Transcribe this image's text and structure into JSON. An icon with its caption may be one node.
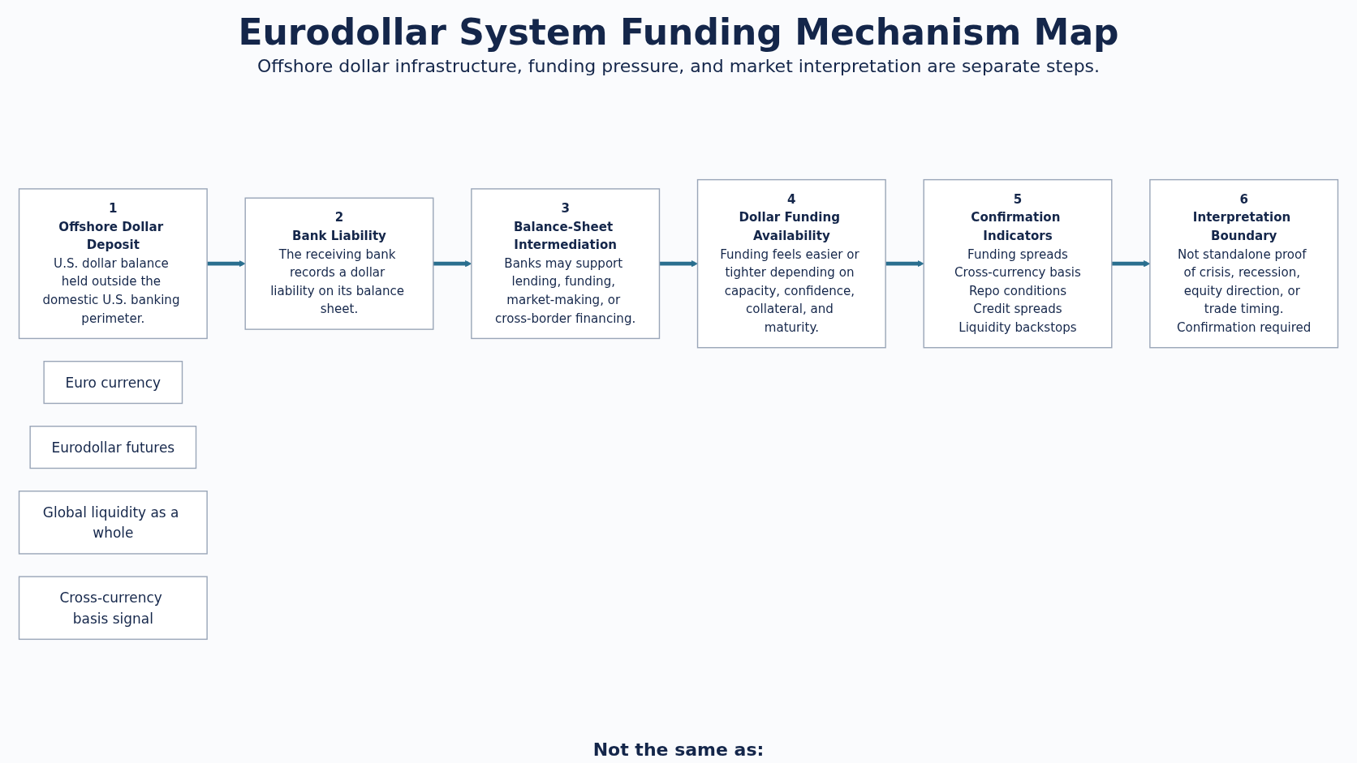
{
  "diagram": {
    "title": "Eurodollar System Funding Mechanism Map",
    "caption": "Offshore dollar infrastructure, funding pressure, and market interpretation are separate steps.",
    "nodes": [
      {
        "text": [
          "1",
          "Offshore Dollar Deposit",
          "U.S. dollar balance held outside the domestic U.S. banking perimeter."
        ]
      },
      {
        "text": [
          "2",
          "Bank Liability",
          "The receiving bank records a dollar liability on its balance sheet."
        ]
      },
      {
        "text": [
          "3",
          "Balance-Sheet Intermediation",
          "Banks may support lending, funding, market-making, or cross-border financing."
        ]
      },
      {
        "text": [
          "4",
          "Dollar Funding Availability",
          "Funding feels easier or tighter depending on capacity, confidence, collateral, and maturity."
        ]
      },
      {
        "text": [
          "5",
          "Confirmation Indicators",
          "Funding spreads",
          "Cross-currency basis",
          "Repo conditions",
          "Credit spreads",
          "Liquidity backstops"
        ]
      },
      {
        "text": [
          "6",
          "Interpretation Boundary",
          "Not standalone proof of crisis, recession, equity direction, or trade timing.",
          "Confirmation required"
        ]
      },
      {
        "text": [
          "Euro currency"
        ]
      },
      {
        "text": [
          "Eurodollar futures"
        ]
      },
      {
        "text": [
          "Global liquidity as a whole"
        ]
      },
      {
        "text": [
          "Cross-currency basis signal"
        ]
      }
    ],
    "edges": [
      {
        "from": 0,
        "to": 1,
        "arrow": "to"
      },
      {
        "from": 1,
        "to": 2,
        "arrow": "to"
      },
      {
        "from": 2,
        "to": 3,
        "arrow": "to"
      },
      {
        "from": 3,
        "to": 4,
        "arrow": "to"
      },
      {
        "from": 4,
        "to": 5,
        "arrow": "to"
      }
    ],
    "labels": [
      "Not the same as:"
    ]
  }
}
